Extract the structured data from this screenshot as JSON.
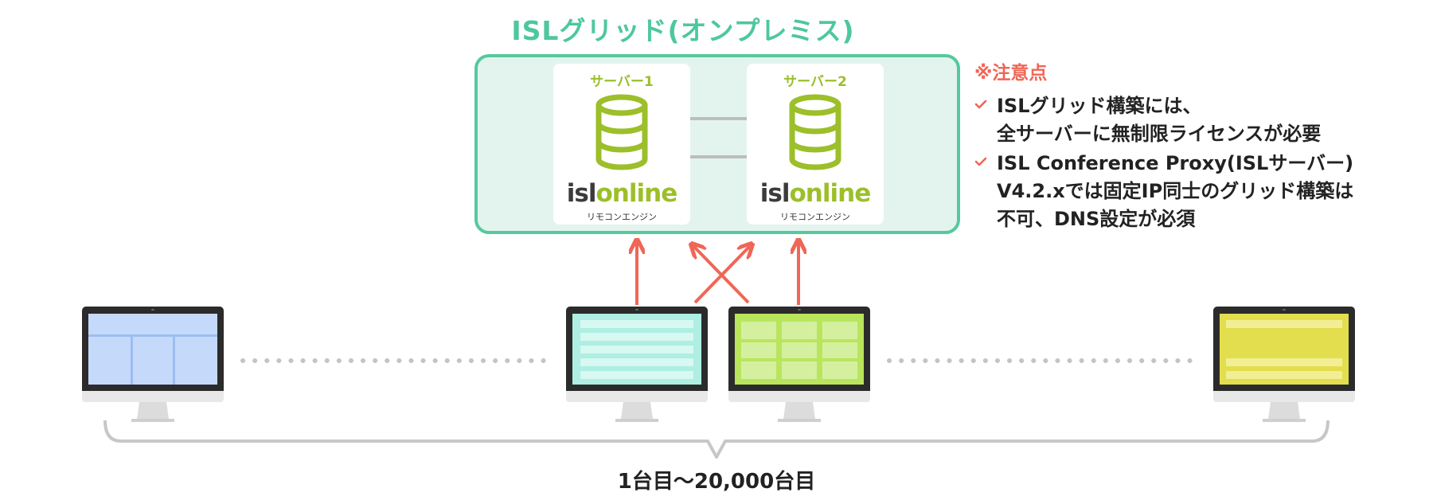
{
  "grid_title": "ISLグリッド(オンプレミス)",
  "servers": [
    {
      "name": "サーバー1",
      "brand_part1": "isl",
      "brand_part2": "online",
      "brand_sub": "リモコンエンジン"
    },
    {
      "name": "サーバー2",
      "brand_part1": "isl",
      "brand_part2": "online",
      "brand_sub": "リモコンエンジン"
    }
  ],
  "notes": {
    "title": "※注意点",
    "items": [
      {
        "lines": [
          "ISLグリッド構築には、",
          "全サーバーに無制限ライセンスが必要"
        ]
      },
      {
        "lines": [
          "ISL Conference Proxy(ISLサーバー)",
          "V4.2.xでは固定IP同士のグリッド構築は",
          "不可、DNS設定が必須"
        ]
      }
    ]
  },
  "clients": [
    {
      "icon": "computer-monitor-icon",
      "screen_color": "#c5d9fb",
      "accent": "#9cbef0",
      "layout": "split-bottom"
    },
    {
      "icon": "computer-monitor-icon",
      "screen_color": "#aeeee3",
      "accent": "#d8f8f2",
      "layout": "rows"
    },
    {
      "icon": "computer-monitor-icon",
      "screen_color": "#b9e55c",
      "accent": "#d4f09f",
      "layout": "grid"
    },
    {
      "icon": "computer-monitor-icon",
      "screen_color": "#e3de4d",
      "accent": "#f2ee95",
      "layout": "bands"
    }
  ],
  "range_label": "1台目〜20,000台目",
  "colors": {
    "grid_accent": "#55c99d",
    "server_accent": "#9cbf2a",
    "warning": "#f06656",
    "connector": "#bdbdbd"
  }
}
